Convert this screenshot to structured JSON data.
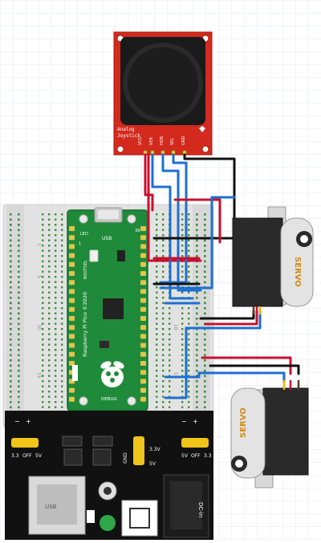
{
  "joystick": {
    "name_line1": "Analog",
    "name_line2": "Joystick",
    "pins": [
      "VCC",
      "VER",
      "HOR",
      "SEL",
      "GND"
    ]
  },
  "pico": {
    "brand": "Raspberry Pi Pico ©2020",
    "bootsel": "BOOTSEL",
    "usb": "USB",
    "led": "LED",
    "debug": "DEBUG",
    "pin1": "1",
    "pin39": "39"
  },
  "breadboard": {
    "row_labels": [
      "1",
      "5",
      "10",
      "15"
    ],
    "col_letters": [
      "a",
      "b",
      "c",
      "d",
      "e"
    ]
  },
  "servo_top": {
    "label": "SERVO"
  },
  "servo_bottom": {
    "label": "SERVO"
  },
  "power_module": {
    "label_5v_left": "5V",
    "label_off_left": "OFF",
    "label_33_left": "3.3",
    "label_5v_right": "5V",
    "label_off_right": "OFF",
    "label_33_right": "3.3",
    "label_gnd": "GND",
    "label_33v": "3.3V",
    "label_5v_mid": "5V",
    "label_dcin": "DC-in",
    "label_usb": "USB"
  },
  "colors": {
    "wire_red": "#c8102e",
    "wire_blue": "#1e6fd0",
    "wire_black": "#111111",
    "joystick_pcb": "#d42a1e",
    "pico_green": "#1f8a3a",
    "power_board": "#111111"
  }
}
